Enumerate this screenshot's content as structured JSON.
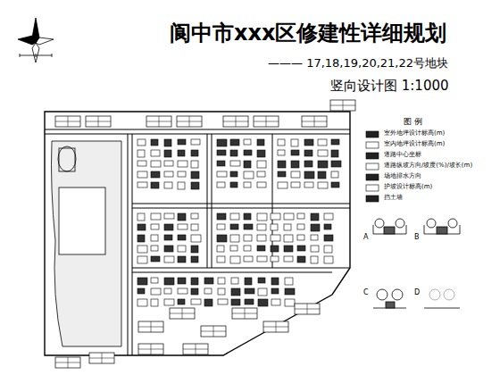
{
  "diagram": {
    "title": "阆中市xxx区修建性详细规划",
    "labels": [
      "——— 17,18,19,20,21,22号地块",
      "竖向设计图 1:1000",
      "图  例",
      "A",
      "B",
      "C",
      "D"
    ],
    "legend": [
      {
        "text": "室外地坪设计标高(m)"
      },
      {
        "text": "室内地坪设计标高(m)"
      },
      {
        "text": "道路中心坐标"
      },
      {
        "text": "道路纵坡方向/坡度(%)/坡长(m)"
      },
      {
        "text": "场地排水方向"
      },
      {
        "text": "护坡设计标高(m)"
      },
      {
        "text": "挡土墙"
      }
    ]
  }
}
